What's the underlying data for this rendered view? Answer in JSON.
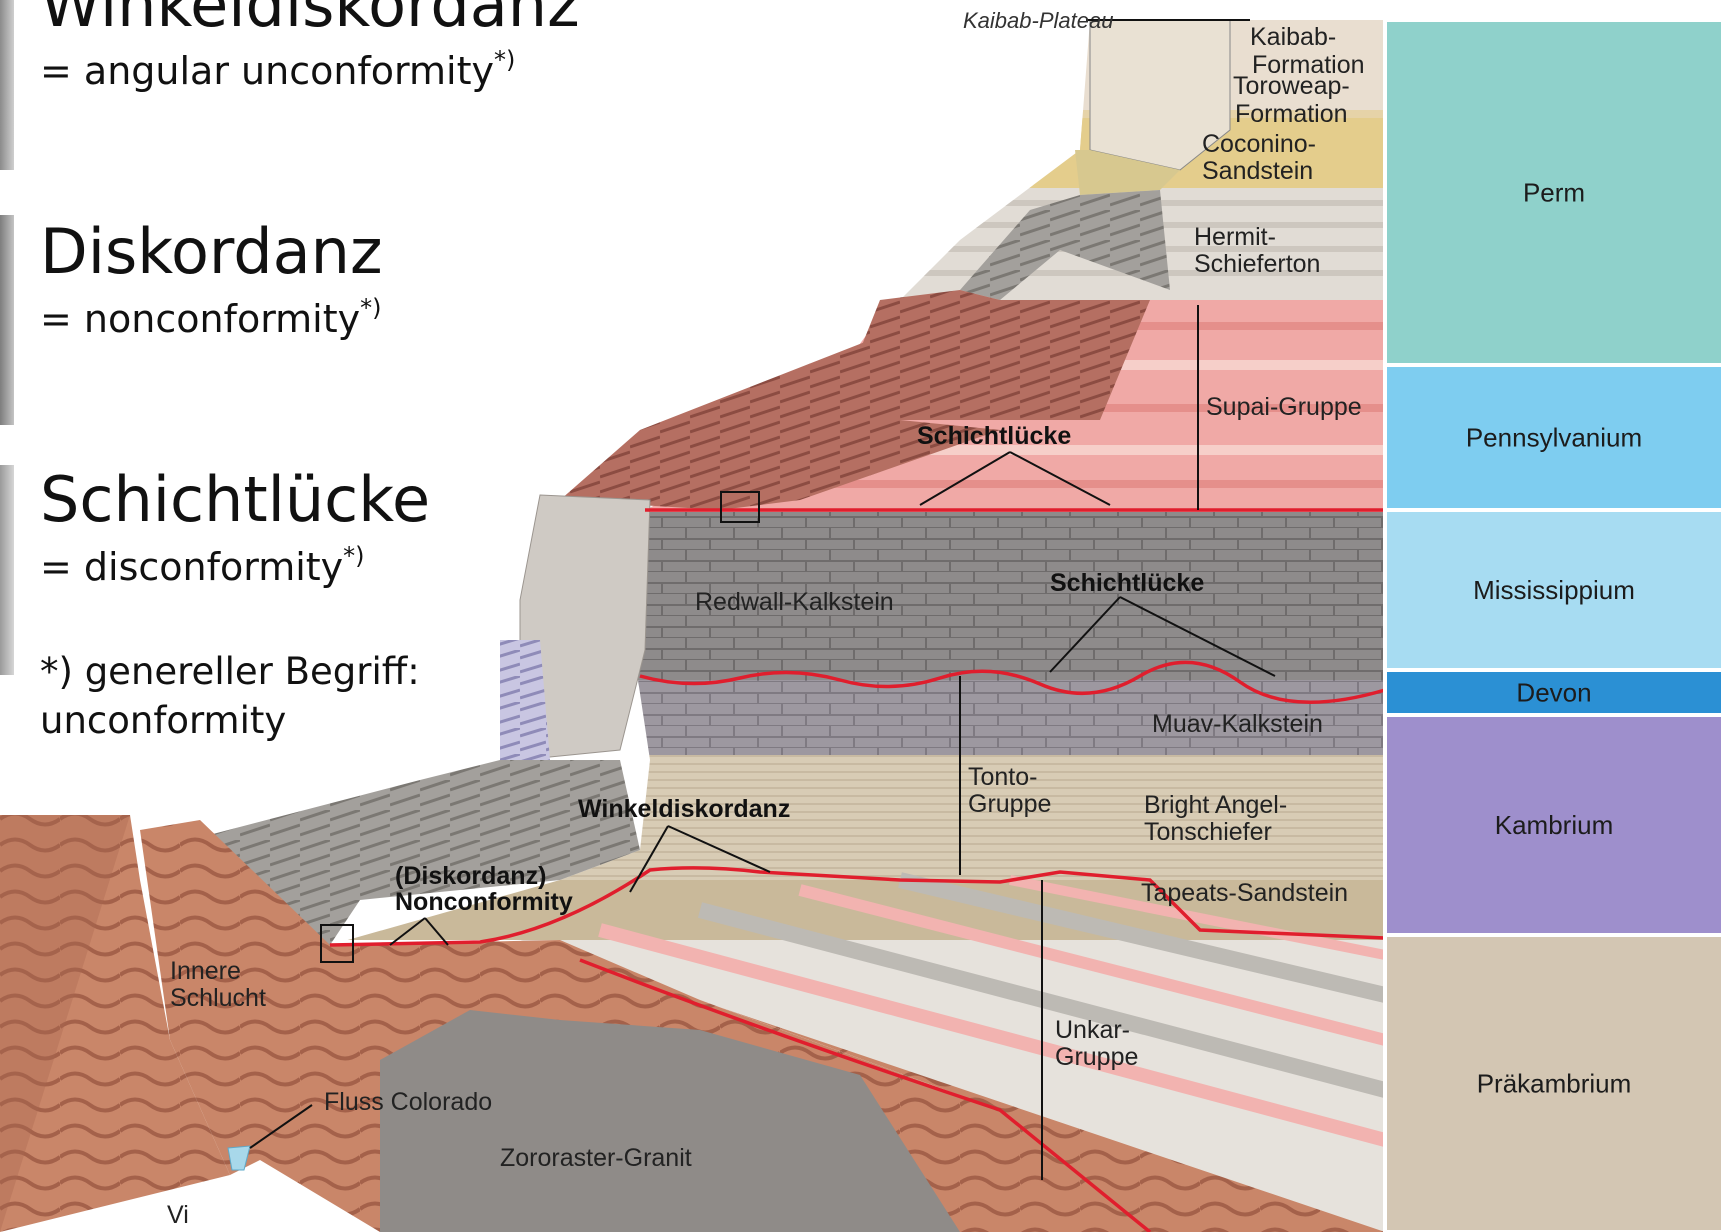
{
  "slide": {
    "terms": [
      {
        "name": "Winkeldiskordanz",
        "translation": "= angular unconformity",
        "mark": "*)"
      },
      {
        "name": "Diskordanz",
        "translation": "= nonconformity",
        "mark": "*)"
      },
      {
        "name": "Schichtlücke",
        "translation": "= disconformity",
        "mark": "*)"
      }
    ],
    "footnote": {
      "line1": "*) genereller Begriff:",
      "line2": "unconformity"
    }
  },
  "diagram": {
    "layers": {
      "kaibab_plateau": "Kaibab-Plateau",
      "kaibab_1": "Kaibab-",
      "kaibab_2": "Formation",
      "toroweap_1": "Toroweap-",
      "toroweap_2": "Formation",
      "coconino_1": "Coconino-",
      "coconino_2": "Sandstein",
      "hermit_1": "Hermit-",
      "hermit_2": "Schieferton",
      "supai": "Supai-Gruppe",
      "redwall": "Redwall-Kalkstein",
      "muav": "Muav-Kalkstein",
      "tonto_1": "Tonto-",
      "tonto_2": "Gruppe",
      "bright_angel_1": "Bright Angel-",
      "bright_angel_2": "Tonschiefer",
      "tapeats": "Tapeats-Sandstein",
      "unkar_1": "Unkar-",
      "unkar_2": "Gruppe",
      "innere_1": "Innere",
      "innere_2": "Schlucht",
      "fluss": "Fluss Colorado",
      "granit": "Zororaster-Granit",
      "vi": "Vi"
    },
    "annotations": {
      "schichtluecke_upper": "Schichtlücke",
      "schichtluecke_middle": "Schichtlücke",
      "winkeldiskordanz": "Winkeldiskordanz",
      "diskordanz_1": "(Diskordanz)",
      "diskordanz_2": "Nonconformity"
    }
  },
  "periods": [
    {
      "name": "Perm",
      "color": "#8fd1cb"
    },
    {
      "name": "Pennsylvanium",
      "color": "#7ecdf0"
    },
    {
      "name": "Mississippium",
      "color": "#a7dcf2"
    },
    {
      "name": "Devon",
      "color": "#2b90d4"
    },
    {
      "name": "Kambrium",
      "color": "#9e8fcc"
    },
    {
      "name": "Präkambrium",
      "color": "#d3c6b3"
    }
  ],
  "colors": {
    "unconformity_line": "#e01e2d",
    "supai_pink": "#f0a9a6",
    "limestone_gray": "#8f8c8c",
    "tonto_tan": "#d8ccb5",
    "precambrian_brown": "#c98669"
  }
}
